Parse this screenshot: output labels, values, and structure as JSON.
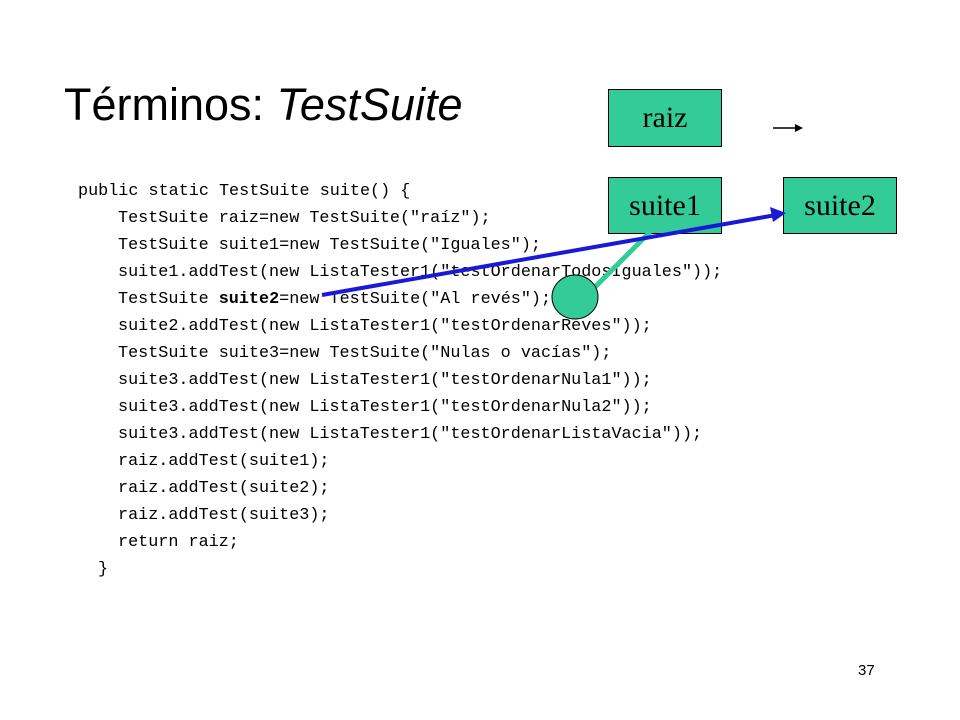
{
  "slide": {
    "title_prefix": "Términos: ",
    "title_italic": "TestSuite",
    "page_number": "37"
  },
  "code_lines": [
    {
      "text": "public static TestSuite suite() {",
      "indent": 0
    },
    {
      "text": "TestSuite raiz=new TestSuite(\"raíz\");",
      "indent": 1
    },
    {
      "text": "TestSuite suite1=new TestSuite(\"Iguales\");",
      "indent": 1
    },
    {
      "text": "suite1.addTest(new ListaTester1(\"testOrdenarTodosIguales\"));",
      "indent": 1
    },
    {
      "text_pre": "TestSuite ",
      "text_bold": "suite2",
      "text_post": "=new TestSuite(\"Al revés\");",
      "indent": 1
    },
    {
      "text": "suite2.addTest(new ListaTester1(\"testOrdenarReves\"));",
      "indent": 1
    },
    {
      "text": "TestSuite suite3=new TestSuite(\"Nulas o vacías\");",
      "indent": 1
    },
    {
      "text": "suite3.addTest(new ListaTester1(\"testOrdenarNula1\"));",
      "indent": 1
    },
    {
      "text": "suite3.addTest(new ListaTester1(\"testOrdenarNula2\"));",
      "indent": 1
    },
    {
      "text": "suite3.addTest(new ListaTester1(\"testOrdenarListaVacia\"));",
      "indent": 1
    },
    {
      "text": "raiz.addTest(suite1);",
      "indent": 1
    },
    {
      "text": "raiz.addTest(suite2);",
      "indent": 1
    },
    {
      "text": "raiz.addTest(suite3);",
      "indent": 1
    },
    {
      "text": "return raiz;",
      "indent": 1
    },
    {
      "text": "}",
      "indent": 0.5
    }
  ],
  "diagram": {
    "node_raiz": "raiz",
    "node_suite1": "suite1",
    "node_suite2": "suite2",
    "box_color": "#33cc99",
    "blue_line_color": "#1a1ad6",
    "green_line_color": "#33cc99"
  }
}
